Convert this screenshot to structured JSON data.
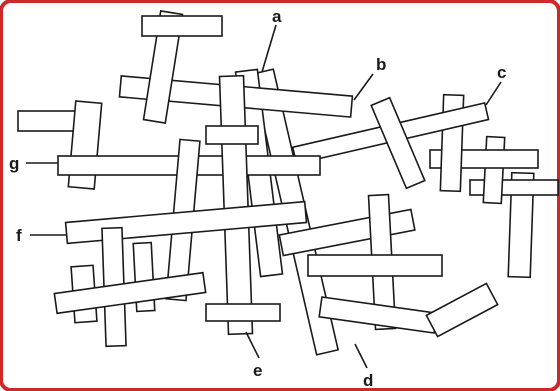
{
  "labels": {
    "a": "a",
    "b": "b",
    "c": "c",
    "d": "d",
    "e": "e",
    "f": "f",
    "g": "g"
  },
  "colors": {
    "frame": "#cc2a2a",
    "stroke": "#1a1a1a",
    "fill": "#ffffff"
  }
}
